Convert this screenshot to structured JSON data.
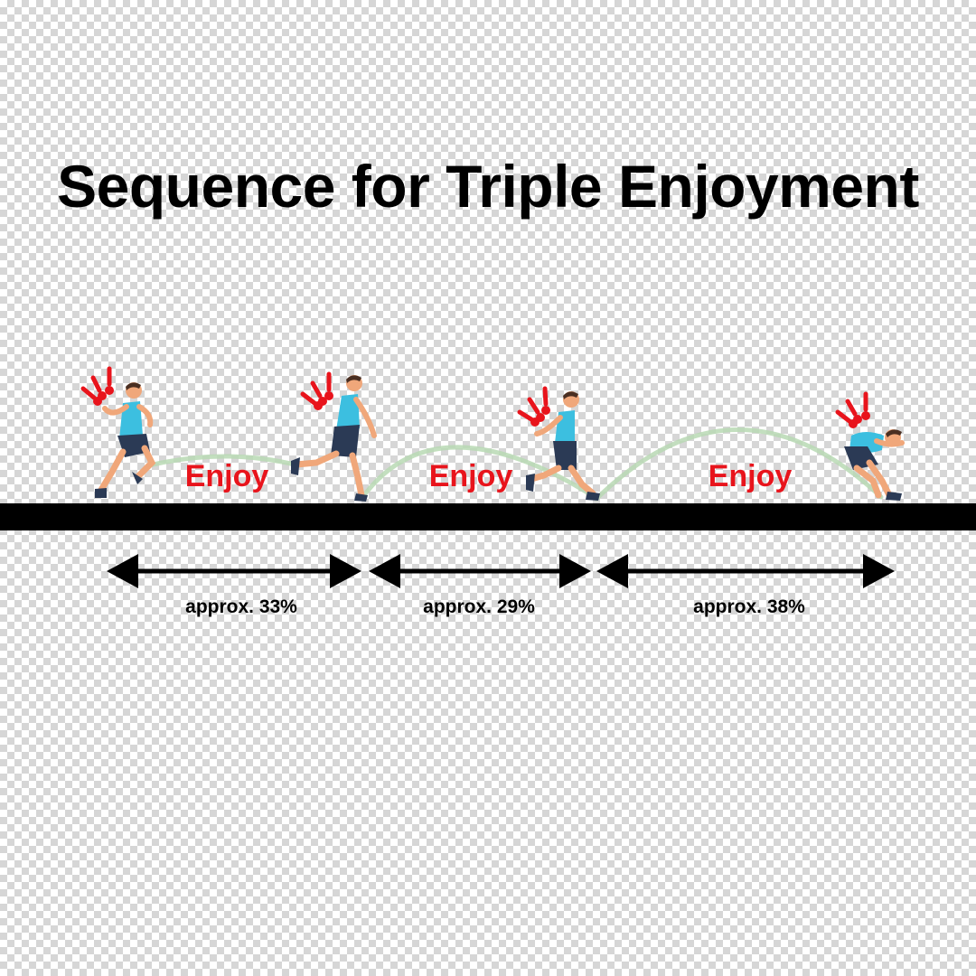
{
  "title": "Sequence for Triple Enjoyment",
  "labels": [
    "Enjoy",
    "Enjoy",
    "Enjoy"
  ],
  "segments": [
    {
      "label": "approx. 33%",
      "percent": 33
    },
    {
      "label": "approx. 29%",
      "percent": 29
    },
    {
      "label": "approx. 38%",
      "percent": 38
    }
  ],
  "colors": {
    "enjoy_text": "#e8141c",
    "track": "#000000",
    "arc": "#b9d9b4",
    "shirt": "#3cbfe0",
    "shorts": "#2b3a55",
    "skin": "#f0a77a",
    "alert_marks": "#e8141c"
  },
  "icons": [
    "runner-figure",
    "exclamation-marks-icon",
    "double-arrow-icon"
  ]
}
